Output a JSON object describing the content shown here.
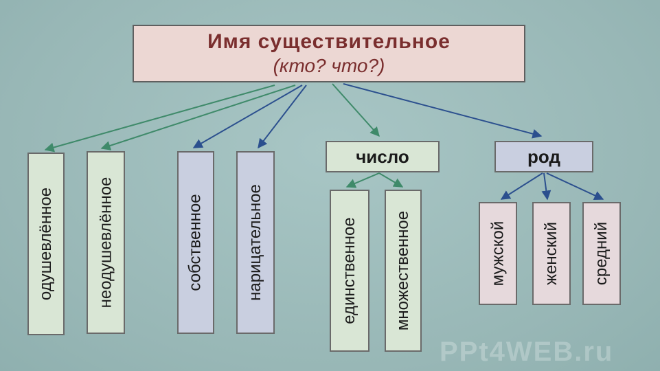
{
  "diagram": {
    "root": {
      "title": "Имя  существительное",
      "subtitle": "(кто? что?)"
    },
    "groups": {
      "animacy": [
        "одушевлённое",
        "неодушевлённое"
      ],
      "kind": [
        "собственное",
        "нарицательное"
      ],
      "number": {
        "label": "число",
        "items": [
          "единственное",
          "множественное"
        ]
      },
      "gender": {
        "label": "род",
        "items": [
          "мужской",
          "женский",
          "средний"
        ]
      }
    },
    "colors": {
      "green_arrow": "#3f8a6a",
      "blue_arrow": "#2b4f8e",
      "root_text": "#7a2e2e"
    }
  },
  "watermark": "PPt4WEB.ru"
}
